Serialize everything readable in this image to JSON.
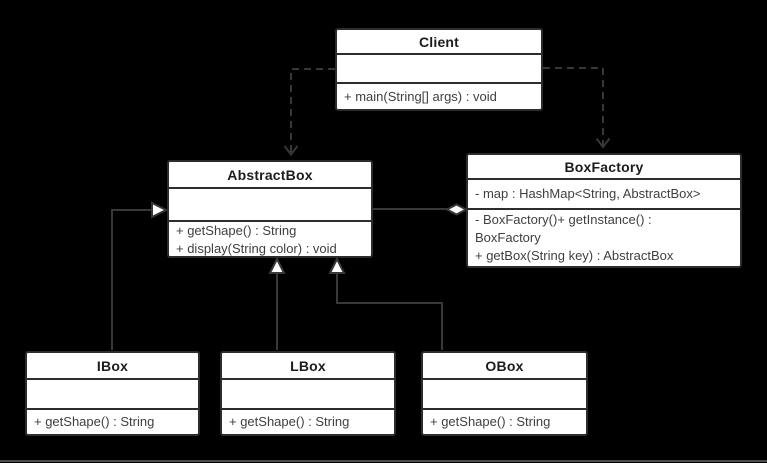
{
  "colors": {
    "background": "#000000",
    "box-fill": "#ffffff",
    "box-border": "#2d2d2d",
    "line": "#383838",
    "title-text": "#1c1c1c",
    "member-text": "#3f3f3f",
    "bottom-edge": "#4d4d4d"
  },
  "diagram": {
    "classes": [
      {
        "name": "Client",
        "attributes": [],
        "methods": [
          "+ main(String[] args) : void"
        ]
      },
      {
        "name": "AbstractBox",
        "attributes": [],
        "methods": [
          "+ getShape() : String",
          "+ display(String color) : void"
        ]
      },
      {
        "name": "BoxFactory",
        "attributes": [
          "- map : HashMap<String, AbstractBox>"
        ],
        "methods": [
          "- BoxFactory()+ getInstance() :",
          "BoxFactory",
          "+ getBox(String key) : AbstractBox"
        ]
      },
      {
        "name": "IBox",
        "attributes": [],
        "methods": [
          "+ getShape() : String"
        ]
      },
      {
        "name": "LBox",
        "attributes": [],
        "methods": [
          "+ getShape() : String"
        ]
      },
      {
        "name": "OBox",
        "attributes": [],
        "methods": [
          "+ getShape() : String"
        ]
      }
    ],
    "relationships": [
      {
        "type": "dependency",
        "from": "Client",
        "to": "AbstractBox",
        "line": "dashed",
        "arrow": "open"
      },
      {
        "type": "dependency",
        "from": "Client",
        "to": "BoxFactory",
        "line": "dashed",
        "arrow": "open"
      },
      {
        "type": "aggregation",
        "from": "BoxFactory",
        "to": "AbstractBox",
        "line": "solid",
        "arrow": "hollow-diamond"
      },
      {
        "type": "generalization",
        "from": "IBox",
        "to": "AbstractBox",
        "line": "solid",
        "arrow": "hollow-triangle"
      },
      {
        "type": "generalization",
        "from": "LBox",
        "to": "AbstractBox",
        "line": "solid",
        "arrow": "hollow-triangle"
      },
      {
        "type": "generalization",
        "from": "OBox",
        "to": "AbstractBox",
        "line": "solid",
        "arrow": "hollow-triangle"
      }
    ]
  }
}
